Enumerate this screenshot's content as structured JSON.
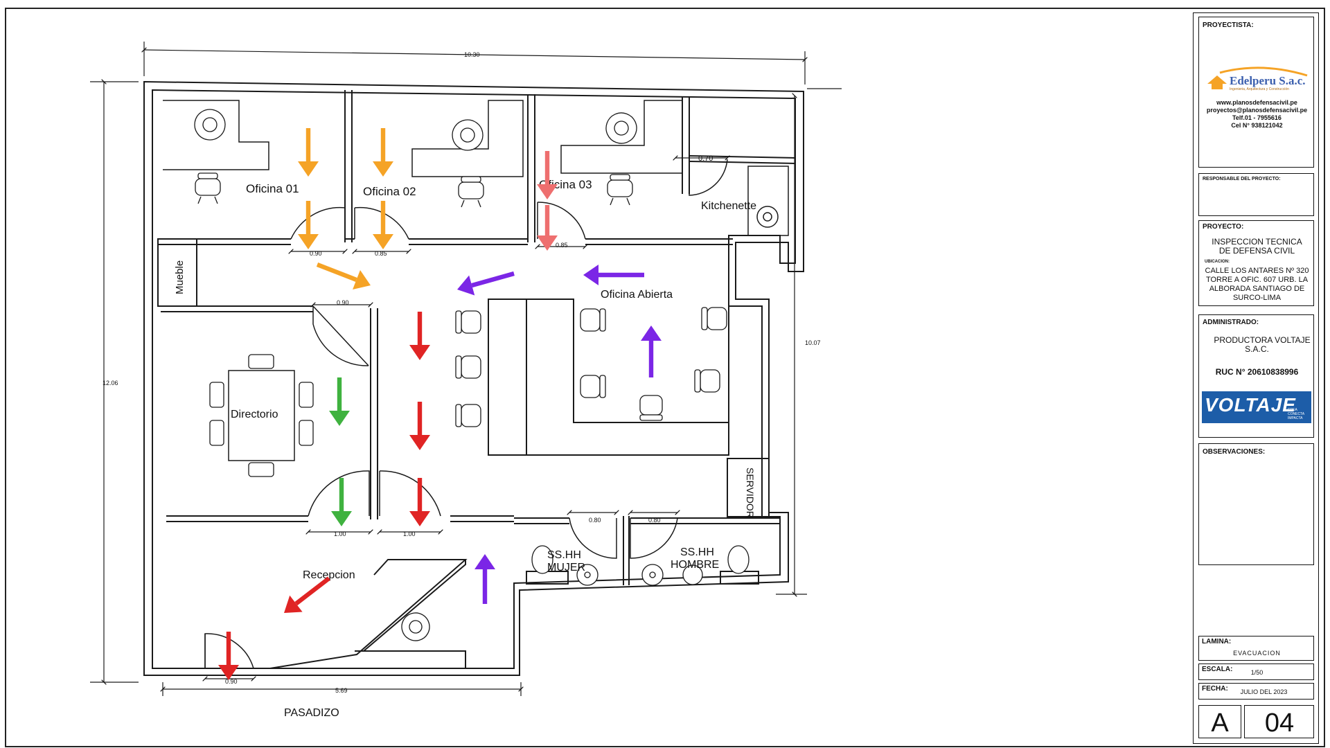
{
  "plan": {
    "rooms": {
      "oficina01": "Oficina 01",
      "oficina02": "Oficina 02",
      "oficina03": "Oficina 03",
      "kitchenette": "Kitchenette",
      "mueble": "Mueble",
      "oficina_abierta": "Oficina Abierta",
      "directorio": "Directorio",
      "servidor": "SERVIDOR",
      "sshh_mujer_1": "SS.HH",
      "sshh_mujer_2": "MUJER",
      "sshh_hombre_1": "SS.HH",
      "sshh_hombre_2": "HOMBRE",
      "recepcion": "Recepcion",
      "pasadizo": "PASADIZO"
    },
    "dimensions": {
      "top_width": "10.30",
      "left_height": "12.06",
      "right_height": "10.07",
      "bottom_width": "5.69",
      "door_of01": "0.90",
      "door_of02": "0.85",
      "door_of03": "0.85",
      "door_kitchen": "0.70",
      "door_dir_top": "0.90",
      "door_dir_bottom": "1.00",
      "door_hall_bottom": "1.00",
      "door_mujer": "0.80",
      "door_hombre": "0.80",
      "door_entrance": "0.90"
    }
  },
  "colors": {
    "orange": "#f5a326",
    "red": "#e02424",
    "pink": "#ee6f6f",
    "purple": "#7b26e6",
    "green": "#3fb23f",
    "wall": "#1a1a1a"
  },
  "titleblock": {
    "proyectista_label": "PROYECTISTA:",
    "company_logo": "Edelperu S.a.c.",
    "company_tagline": "Ingenieria, Arquitectura y Construcción",
    "web": "www.planosdefensacivil.pe",
    "email": "proyectos@planosdefensacivil.pe",
    "phone": "Telf.01 - 7955616",
    "cel": "Cel  N°  938121042",
    "responsable_label": "RESPONSABLE   DEL PROYECTO:",
    "proyecto_label": "PROYECTO:",
    "proyecto_l1": "INSPECCION TECNICA",
    "proyecto_l2": "DE DEFENSA CIVIL",
    "ubicacion_label": "UBICACION:",
    "ubic_l1": "CALLE LOS ANTARES Nº 320",
    "ubic_l2": "TORRE A OFIC. 607 URB. LA",
    "ubic_l3": "ALBORADA SANTIAGO DE",
    "ubic_l4": "SURCO-LIMA",
    "administrado_label": "ADMINISTRADO:",
    "admin_l1": "PRODUCTORA VOLTAJE",
    "admin_l2": "S.A.C.",
    "ruc": "RUC  N°  20610838996",
    "voltaje_logo": "VOLTAJE",
    "voltaje_tag1": "CREA",
    "voltaje_tag2": "CONECTA",
    "voltaje_tag3": "IMPACTA",
    "observaciones_label": "OBSERVACIONES:",
    "lamina_label": "LAMINA:",
    "lamina_value": "EVACUACION",
    "escala_label": "ESCALA:",
    "escala_value": "1/50",
    "fecha_label": "FECHA:",
    "fecha_value": "JULIO DEL 2023",
    "sheet_letter": "A",
    "sheet_number": "04"
  }
}
